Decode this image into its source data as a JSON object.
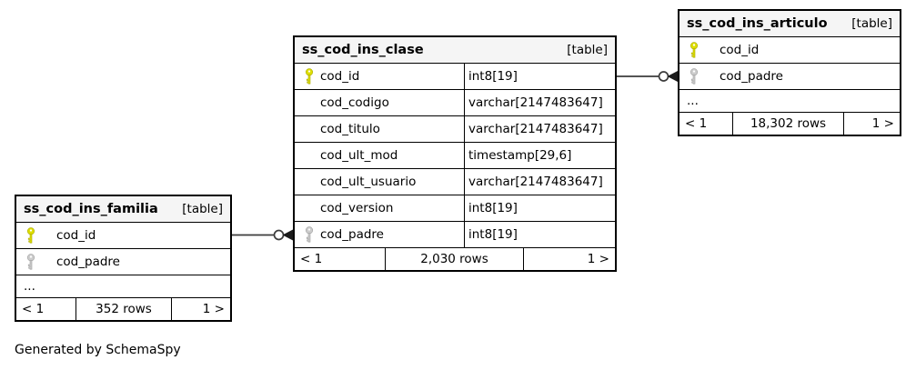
{
  "diagram": {
    "generated_by": "Generated by SchemaSpy"
  },
  "colors": {
    "primary_key": "#dede00",
    "foreign_key": "#cccccc",
    "header_bg": "#f5f5f5",
    "edge": "#3c3c3c",
    "border": "#000000"
  },
  "tables": [
    {
      "name": "ss_cod_ins_clase",
      "badge": "[table]",
      "columns": [
        {
          "name": "cod_id",
          "type": "int8[19]",
          "key": "primary"
        },
        {
          "name": "cod_codigo",
          "type": "varchar[2147483647]",
          "key": ""
        },
        {
          "name": "cod_titulo",
          "type": "varchar[2147483647]",
          "key": ""
        },
        {
          "name": "cod_ult_mod",
          "type": "timestamp[29,6]",
          "key": ""
        },
        {
          "name": "cod_ult_usuario",
          "type": "varchar[2147483647]",
          "key": ""
        },
        {
          "name": "cod_version",
          "type": "int8[19]",
          "key": ""
        },
        {
          "name": "cod_padre",
          "type": "int8[19]",
          "key": "foreign"
        }
      ],
      "footer": {
        "prev": "< 1",
        "rows": "2,030 rows",
        "next": "1 >"
      }
    },
    {
      "name": "ss_cod_ins_articulo",
      "badge": "[table]",
      "columns": [
        {
          "name": "cod_id",
          "key": "primary"
        },
        {
          "name": "cod_padre",
          "key": "foreign"
        }
      ],
      "ellipsis": "...",
      "footer": {
        "prev": "< 1",
        "rows": "18,302 rows",
        "next": "1 >"
      }
    },
    {
      "name": "ss_cod_ins_familia",
      "badge": "[table]",
      "columns": [
        {
          "name": "cod_id",
          "key": "primary"
        },
        {
          "name": "cod_padre",
          "key": "foreign"
        }
      ],
      "ellipsis": "...",
      "footer": {
        "prev": "< 1",
        "rows": "352 rows",
        "next": "1 >"
      }
    }
  ]
}
